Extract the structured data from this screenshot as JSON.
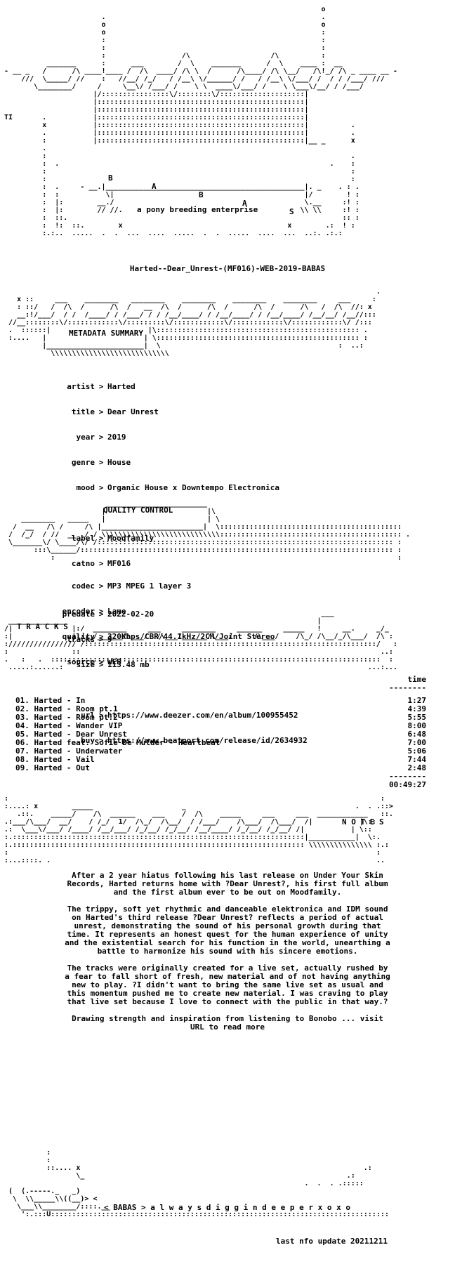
{
  "header": {
    "letters": [
      "B",
      "A",
      "B",
      "A",
      "S"
    ],
    "tagline": "a pony breeding enterprise",
    "release": "Harted--Dear_Unrest-(MF016)-WEB-2019-BABAS"
  },
  "metadata": {
    "heading": "METADATA SUMMARY",
    "fields": [
      {
        "key": "artist",
        "value": "Harted"
      },
      {
        "key": "title",
        "value": "Dear Unrest"
      },
      {
        "key": "year",
        "value": "2019"
      },
      {
        "key": "genre",
        "value": "House"
      },
      {
        "key": "mood",
        "value": "Organic House x Downtempo Electronica"
      },
      {
        "key": "label",
        "value": "Moodfamily"
      },
      {
        "key": "catno",
        "value": "MF016"
      },
      {
        "key": "predate",
        "value": "2022-02-20"
      },
      {
        "key": "tracks",
        "value": "9"
      },
      {
        "key": "size",
        "value": "113.48 mb"
      },
      {
        "key": "url",
        "value": "https://www.deezer.com/en/album/100955452"
      },
      {
        "key": "buy",
        "value": "https://www.beatport.com/release/id/2634932"
      }
    ]
  },
  "quality": {
    "heading": "QUALITY CONTROL",
    "fields": [
      {
        "key": "codec",
        "value": "MP3 MPEG 1 layer 3"
      },
      {
        "key": "encoder",
        "value": "Lame"
      },
      {
        "key": "quality",
        "value": "320Kbps/CBR/44.1kHz/2CH/Joint Stereo"
      },
      {
        "key": "source",
        "value": "WEB"
      }
    ]
  },
  "tracks": {
    "heading": "T R A C K S",
    "time_header": "time",
    "items": [
      {
        "label": "01. Harted - In",
        "time": "1:27"
      },
      {
        "label": "02. Harted - Room pt.1",
        "time": "4:39"
      },
      {
        "label": "03. Harted - Room pt.2",
        "time": "5:55"
      },
      {
        "label": "04. Harted - Wander VIP",
        "time": "8:00"
      },
      {
        "label": "05. Harted - Dear Unrest",
        "time": "6:48"
      },
      {
        "label": "06. Harted feat. Sofie De Mulder - Heartbeat",
        "time": "7:00"
      },
      {
        "label": "07. Harted - Underwater",
        "time": "5:06"
      },
      {
        "label": "08. Harted - Vail",
        "time": "7:44"
      },
      {
        "label": "09. Harted - Out",
        "time": "2:48"
      }
    ],
    "total": "00:49:27"
  },
  "notes": {
    "heading": "N O T E S",
    "paragraphs": [
      [
        "After a 2 year hiatus following his last release on Under Your Skin",
        "Records, Harted returns home with ?Dear Unrest?, his first full album",
        "and the first album ever to be out on Moodfamily."
      ],
      [
        "The trippy, soft yet rhythmic and danceable elektronica and IDM sound",
        "on Harted's third release ?Dear Unrest? reflects a period of actual",
        "unrest, demonstrating the sound of his personal growth during that",
        "time. It represents an honest quest for the human experience of unity",
        "and the existential search for his function in the world, unearthing a",
        "battle to harmonize his sound with his sincere emotions."
      ],
      [
        "The tracks were originally created for a live set, actually rushed by",
        "a fear to fall short of fresh, new material and of not having anything",
        "new to play. ?I didn't want to bring the same live set as usual and",
        "this momentum pushed me to create new material. I was craving to play",
        "that live set because I love to connect with the public in that way.?"
      ],
      [
        "Drawing strength and inspiration from listening to Bonobo ... visit",
        "URL to read more"
      ]
    ]
  },
  "footer": {
    "motto": "< BABAS > a l w a y s d i g g i n d e e p e r x o x o",
    "update": "last nfo update 20211211"
  }
}
